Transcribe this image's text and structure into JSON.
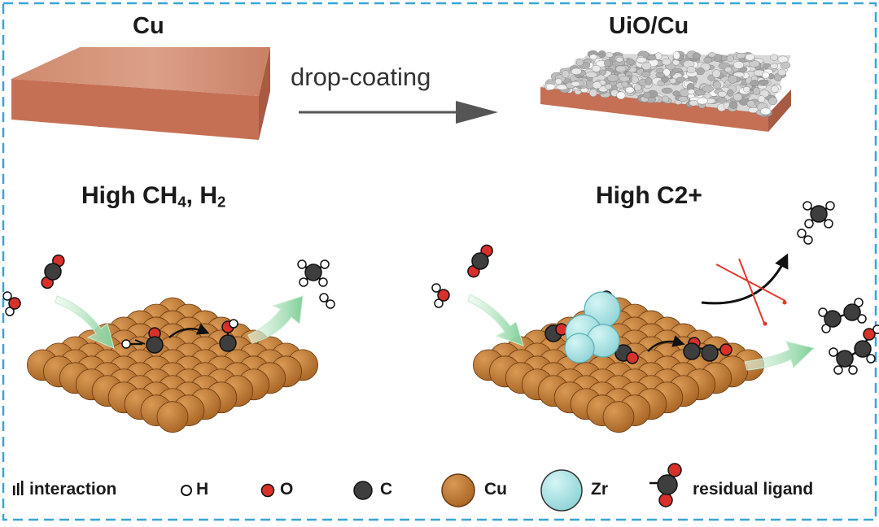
{
  "top": {
    "left_title": "Cu",
    "right_title": "UiO/Cu",
    "arrow_label": "drop-coating"
  },
  "bottom": {
    "left_heading": {
      "prefix": "High CH",
      "sub1": "4",
      "mid": ", H",
      "sub2": "2"
    },
    "right_heading": "High C2+"
  },
  "legend": {
    "interaction": "interaction",
    "h": "H",
    "o": "O",
    "c": "C",
    "cu": "Cu",
    "zr": "Zr",
    "residual": "residual ligand"
  },
  "colors": {
    "frame": "#3aa6d6",
    "copper_top": "#d58a68",
    "copper_side": "#c06a45",
    "cu_atom": "#c0772f",
    "zr_atom": "#a9e4e4",
    "o_atom": "#d9302a",
    "c_atom": "#3e3e3e",
    "green_arrow": "#8fd6a3",
    "red_cross": "#e03a2e"
  }
}
